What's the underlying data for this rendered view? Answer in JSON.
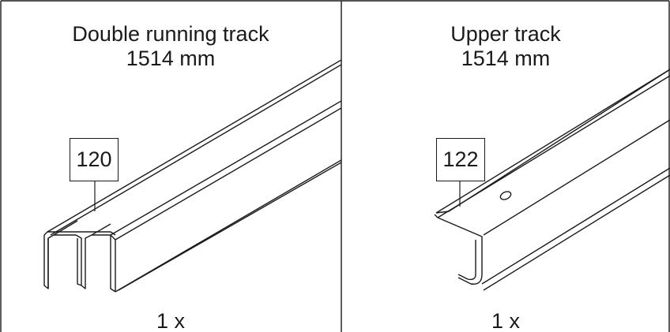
{
  "panels": [
    {
      "title_line1": "Double running track",
      "title_line2": "1514 mm",
      "part_number": "120",
      "quantity": "1 x"
    },
    {
      "title_line1": "Upper track",
      "title_line2": "1514 mm",
      "part_number": "122",
      "quantity": "1 x"
    }
  ]
}
